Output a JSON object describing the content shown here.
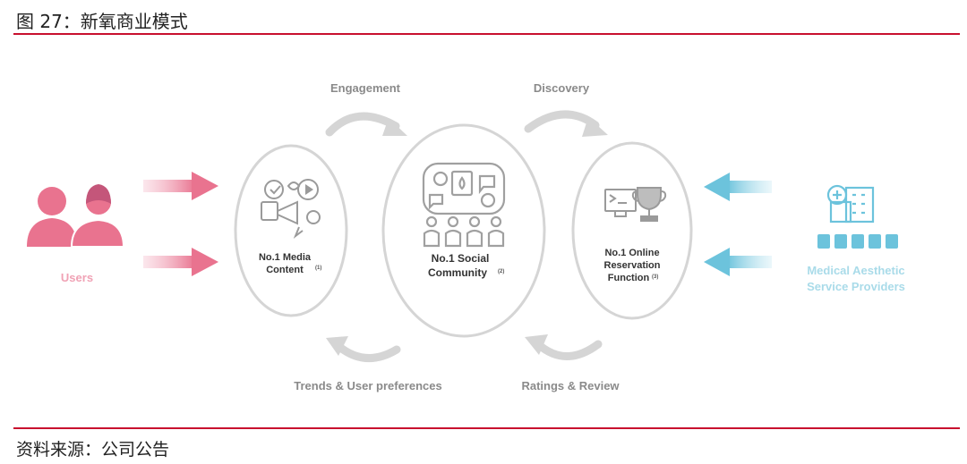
{
  "header": {
    "title": "图 27：新氧商业模式"
  },
  "footer": {
    "source": "资料来源：公司公告"
  },
  "diagram": {
    "flows": {
      "engagement": "Engagement",
      "discovery": "Discovery",
      "trends": "Trends & User preferences",
      "ratings": "Ratings & Review"
    },
    "nodes": {
      "media": {
        "line1": "No.1 Media",
        "line2": "Content",
        "note": "(1)"
      },
      "community": {
        "line1": "No.1 Social",
        "line2": "Community",
        "note": "(2)"
      },
      "reservation": {
        "line1": "No.1 Online",
        "line2": "Reservation",
        "line3": "Function",
        "note": "(3)"
      }
    },
    "users": {
      "label": "Users"
    },
    "providers": {
      "line1": "Medical Aesthetic",
      "line2": "Service Providers"
    },
    "colors": {
      "accent_red": "#c8102e",
      "pink": "#e9738f",
      "blue": "#6cc3dc",
      "gray": "#d5d5d5"
    },
    "icons": [
      "user-pair-icon",
      "media-icon",
      "community-icon",
      "reservation-trophy-icon",
      "hospital-icon"
    ]
  }
}
